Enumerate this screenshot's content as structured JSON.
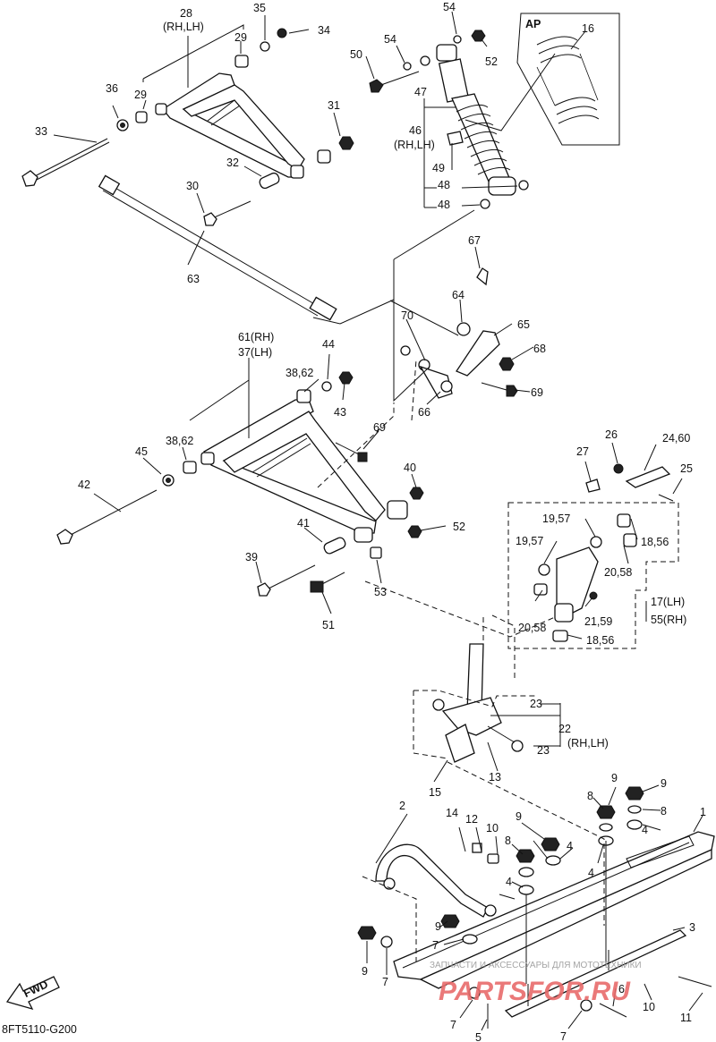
{
  "diagram_code": "8FT5110-G200",
  "fwd_label": "FWD",
  "ap_label": "AP",
  "watermark": {
    "line1": "ЗАПЧАСТИ И АКСЕССУАРЫ ДЛЯ МОТОТЕХНИКИ",
    "line2": "PARTSFOR.RU"
  },
  "callouts": [
    {
      "id": "c1",
      "text": "1"
    },
    {
      "id": "c2",
      "text": "2"
    },
    {
      "id": "c3",
      "text": "3"
    },
    {
      "id": "c4a",
      "text": "4"
    },
    {
      "id": "c4b",
      "text": "4"
    },
    {
      "id": "c4c",
      "text": "4"
    },
    {
      "id": "c4d",
      "text": "4"
    },
    {
      "id": "c5",
      "text": "5"
    },
    {
      "id": "c6",
      "text": "6"
    },
    {
      "id": "c7a",
      "text": "7"
    },
    {
      "id": "c7b",
      "text": "7"
    },
    {
      "id": "c7c",
      "text": "7"
    },
    {
      "id": "c7d",
      "text": "7"
    },
    {
      "id": "c8a",
      "text": "8"
    },
    {
      "id": "c8b",
      "text": "8"
    },
    {
      "id": "c8c",
      "text": "8"
    },
    {
      "id": "c9a",
      "text": "9"
    },
    {
      "id": "c9b",
      "text": "9"
    },
    {
      "id": "c9c",
      "text": "9"
    },
    {
      "id": "c9d",
      "text": "9"
    },
    {
      "id": "c9e",
      "text": "9"
    },
    {
      "id": "c10a",
      "text": "10"
    },
    {
      "id": "c10b",
      "text": "10"
    },
    {
      "id": "c11",
      "text": "11"
    },
    {
      "id": "c12",
      "text": "12"
    },
    {
      "id": "c13",
      "text": "13"
    },
    {
      "id": "c14",
      "text": "14"
    },
    {
      "id": "c15",
      "text": "15"
    },
    {
      "id": "c16",
      "text": "16"
    },
    {
      "id": "c17",
      "text": "17(LH)"
    },
    {
      "id": "c55",
      "text": "55(RH)"
    },
    {
      "id": "c1857a",
      "text": "18,56"
    },
    {
      "id": "c1857b",
      "text": "18,56"
    },
    {
      "id": "c1957a",
      "text": "19,57"
    },
    {
      "id": "c1957b",
      "text": "19,57"
    },
    {
      "id": "c2058a",
      "text": "20,58"
    },
    {
      "id": "c2058b",
      "text": "20,58"
    },
    {
      "id": "c2159",
      "text": "21,59"
    },
    {
      "id": "c22",
      "text": "22"
    },
    {
      "id": "c22rl",
      "text": "(RH,LH)"
    },
    {
      "id": "c23a",
      "text": "23"
    },
    {
      "id": "c23b",
      "text": "23"
    },
    {
      "id": "c2460",
      "text": "24,60"
    },
    {
      "id": "c25",
      "text": "25"
    },
    {
      "id": "c26",
      "text": "26"
    },
    {
      "id": "c27",
      "text": "27"
    },
    {
      "id": "c28",
      "text": "28"
    },
    {
      "id": "c28rl",
      "text": "(RH,LH)"
    },
    {
      "id": "c29a",
      "text": "29"
    },
    {
      "id": "c29b",
      "text": "29"
    },
    {
      "id": "c30",
      "text": "30"
    },
    {
      "id": "c31",
      "text": "31"
    },
    {
      "id": "c32",
      "text": "32"
    },
    {
      "id": "c33",
      "text": "33"
    },
    {
      "id": "c34",
      "text": "34"
    },
    {
      "id": "c35",
      "text": "35"
    },
    {
      "id": "c36",
      "text": "36"
    },
    {
      "id": "c61",
      "text": "61(RH)"
    },
    {
      "id": "c37",
      "text": "37(LH)"
    },
    {
      "id": "c3862a",
      "text": "38,62"
    },
    {
      "id": "c3862b",
      "text": "38,62"
    },
    {
      "id": "c39",
      "text": "39"
    },
    {
      "id": "c40",
      "text": "40"
    },
    {
      "id": "c41",
      "text": "41"
    },
    {
      "id": "c42",
      "text": "42"
    },
    {
      "id": "c43",
      "text": "43"
    },
    {
      "id": "c44",
      "text": "44"
    },
    {
      "id": "c45",
      "text": "45"
    },
    {
      "id": "c46",
      "text": "46"
    },
    {
      "id": "c46rl",
      "text": "(RH,LH)"
    },
    {
      "id": "c47",
      "text": "47"
    },
    {
      "id": "c48a",
      "text": "48"
    },
    {
      "id": "c48b",
      "text": "48"
    },
    {
      "id": "c49",
      "text": "49"
    },
    {
      "id": "c50",
      "text": "50"
    },
    {
      "id": "c51",
      "text": "51"
    },
    {
      "id": "c52a",
      "text": "52"
    },
    {
      "id": "c52b",
      "text": "52"
    },
    {
      "id": "c53",
      "text": "53"
    },
    {
      "id": "c54a",
      "text": "54"
    },
    {
      "id": "c54b",
      "text": "54"
    },
    {
      "id": "c63",
      "text": "63"
    },
    {
      "id": "c64",
      "text": "64"
    },
    {
      "id": "c65",
      "text": "65"
    },
    {
      "id": "c66",
      "text": "66"
    },
    {
      "id": "c67",
      "text": "67"
    },
    {
      "id": "c68",
      "text": "68"
    },
    {
      "id": "c69a",
      "text": "69"
    },
    {
      "id": "c69b",
      "text": "69"
    },
    {
      "id": "c70",
      "text": "70"
    }
  ]
}
